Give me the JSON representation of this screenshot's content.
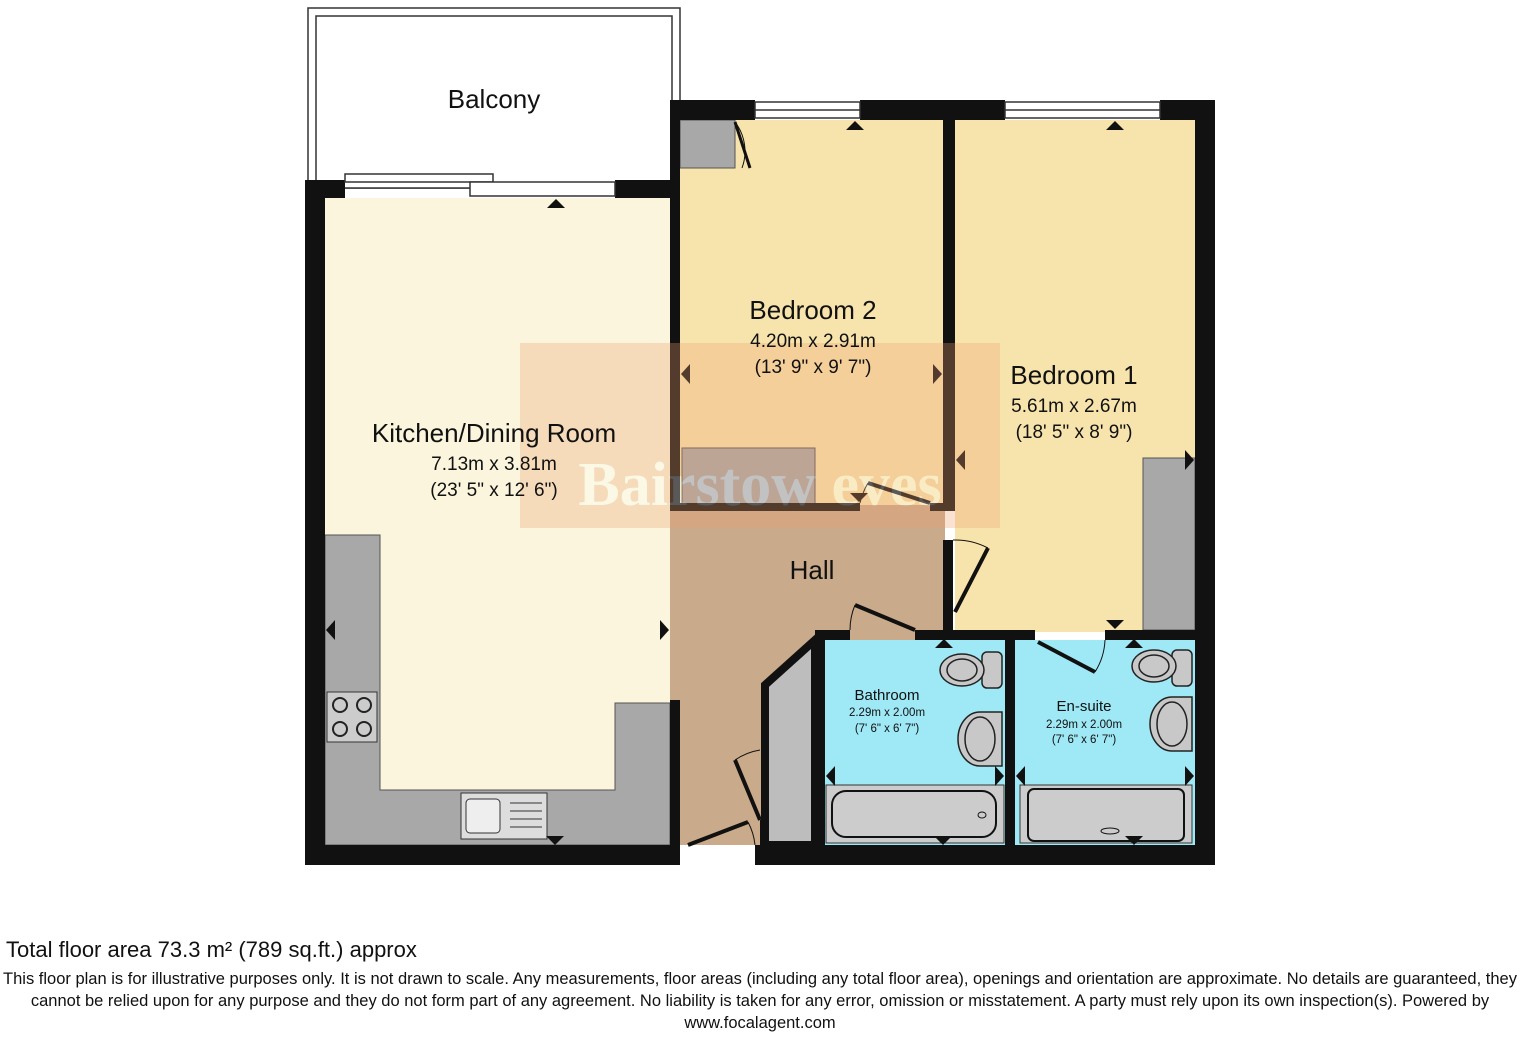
{
  "plan": {
    "rooms": [
      {
        "name": "Balcony"
      },
      {
        "name": "Kitchen/Dining Room",
        "metric": "7.13m x 3.81m",
        "imperial": "(23' 5\" x 12' 6\")"
      },
      {
        "name": "Bedroom 2",
        "metric": "4.20m x 2.91m",
        "imperial": "(13' 9\" x 9' 7\")"
      },
      {
        "name": "Bedroom 1",
        "metric": "5.61m x 2.67m",
        "imperial": "(18' 5\" x 8' 9\")"
      },
      {
        "name": "Hall"
      },
      {
        "name": "Bathroom",
        "metric": "2.29m x 2.00m",
        "imperial": "(7' 6\" x 6' 7\")"
      },
      {
        "name": "En-suite",
        "metric": "2.29m x 2.00m",
        "imperial": "(7' 6\" x 6' 7\")"
      }
    ],
    "watermark": "Bairstow eves",
    "colors": {
      "wall": "#111111",
      "kitchen": "#faf5dc",
      "bedroom": "#f7e4ac",
      "hall": "#c9aa8a",
      "wet_room": "#9fe8f5",
      "fixture": "#a8a8a8",
      "watermark": "#f0a070"
    }
  },
  "footer": {
    "total_area": "Total floor area 73.3 m² (789 sq.ft.) approx",
    "disclaimer": "This floor plan is for illustrative purposes only. It is not drawn to scale. Any measurements, floor areas (including any total floor area), openings and orientation are approximate. No details are guaranteed, they cannot be relied upon for any purpose and they do not form part of any agreement. No liability is taken for any error, omission or misstatement. A party must rely upon its own inspection(s). Powered by www.focalagent.com"
  }
}
